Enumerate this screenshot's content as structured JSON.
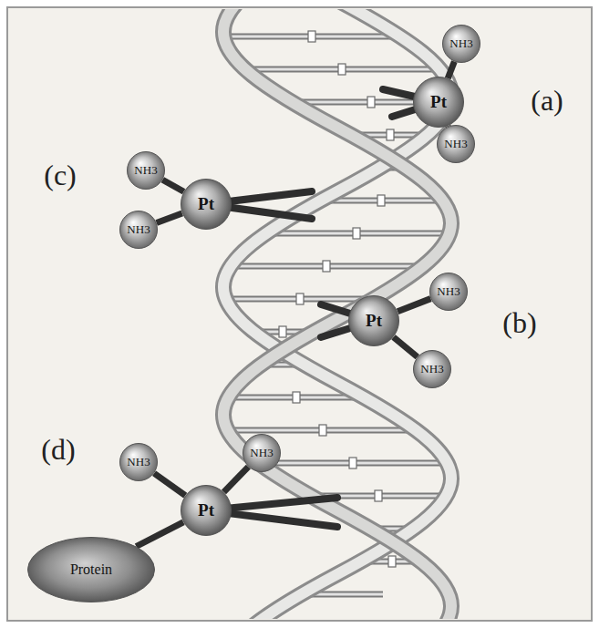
{
  "diagram": {
    "nodes": [
      {
        "text": [
          "NH3"
        ]
      },
      {
        "text": [
          "Pt"
        ]
      },
      {
        "text": [
          "NH3"
        ]
      },
      {
        "text": [
          "NH3"
        ]
      },
      {
        "text": [
          "Pt"
        ]
      },
      {
        "text": [
          "NH3"
        ]
      },
      {
        "text": [
          "NH3"
        ]
      },
      {
        "text": [
          "Pt"
        ]
      },
      {
        "text": [
          "NH3"
        ]
      },
      {
        "text": [
          "NH3"
        ]
      },
      {
        "text": [
          "NH3"
        ]
      },
      {
        "text": [
          "Pt"
        ]
      },
      {
        "text": [
          "Protein"
        ]
      }
    ],
    "edges": [
      {
        "from": 1,
        "to": 0,
        "arrow": "none"
      },
      {
        "from": 1,
        "to": 2,
        "arrow": "none"
      },
      {
        "from": 4,
        "to": 3,
        "arrow": "none"
      },
      {
        "from": 4,
        "to": 5,
        "arrow": "none"
      },
      {
        "from": 7,
        "to": 6,
        "arrow": "none"
      },
      {
        "from": 7,
        "to": 8,
        "arrow": "none"
      },
      {
        "from": 11,
        "to": 9,
        "arrow": "none"
      },
      {
        "from": 11,
        "to": 10,
        "arrow": "none"
      },
      {
        "from": 11,
        "to": 12,
        "arrow": "none"
      }
    ],
    "labels": [
      "(a)",
      "(c)",
      "(b)",
      "(d)"
    ]
  }
}
